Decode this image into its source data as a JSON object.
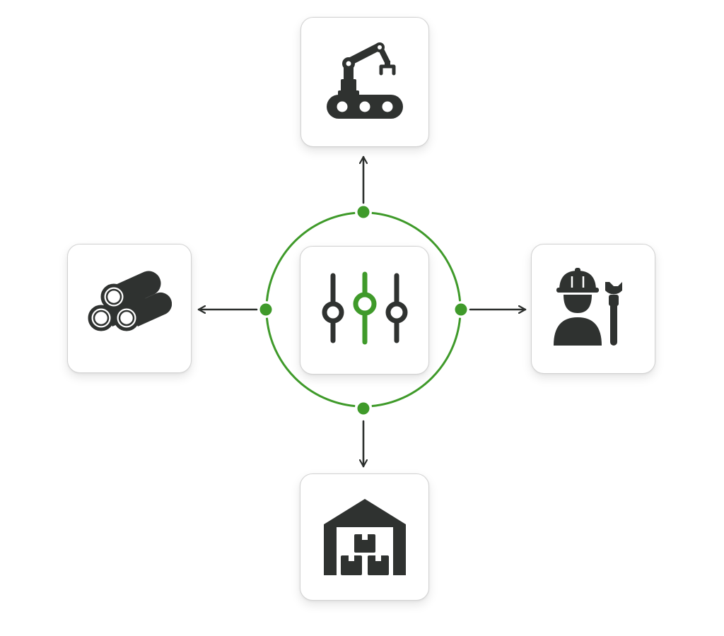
{
  "diagram": {
    "hub": {
      "icon": "control-sliders-icon"
    },
    "nodes": [
      {
        "id": "top",
        "icon": "robotic-arm-conveyor-icon"
      },
      {
        "id": "left",
        "icon": "pipes-stack-icon"
      },
      {
        "id": "right",
        "icon": "worker-wrench-icon"
      },
      {
        "id": "bottom",
        "icon": "warehouse-boxes-icon"
      }
    ]
  },
  "colors": {
    "accent": "#3f9a2a",
    "icon": "#2f3230",
    "arrow": "#2b2e2c",
    "card_border": "#d2d2d2",
    "background": "#ffffff"
  }
}
